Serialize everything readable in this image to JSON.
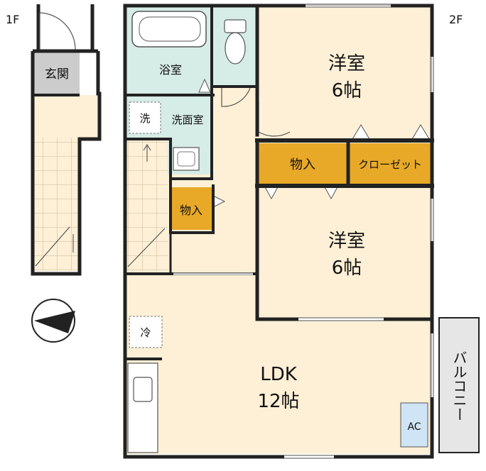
{
  "floors": {
    "first": "1F",
    "second": "2F"
  },
  "rooms": {
    "genkan": "玄関",
    "bath": "浴室",
    "washroom": "洗面室",
    "washer": "洗",
    "storage_small": "物入",
    "storage_big": "物入",
    "closet": "クローゼット",
    "western1_name": "洋室",
    "western1_size": "6帖",
    "western2_name": "洋室",
    "western2_size": "6帖",
    "ldk_name": "LDK",
    "ldk_size": "12帖",
    "fridge": "冷",
    "ac": "AC",
    "balcony": "バルコニー"
  },
  "colors": {
    "wood_floor": "#fdf0d6",
    "wet_area": "#d6ece6",
    "storage": "#e8a928",
    "wall": "#222222",
    "balcony_fill": "#e6e6e6",
    "ac_fill": "#cfe4f5",
    "genkan_fill": "#cccccc"
  }
}
